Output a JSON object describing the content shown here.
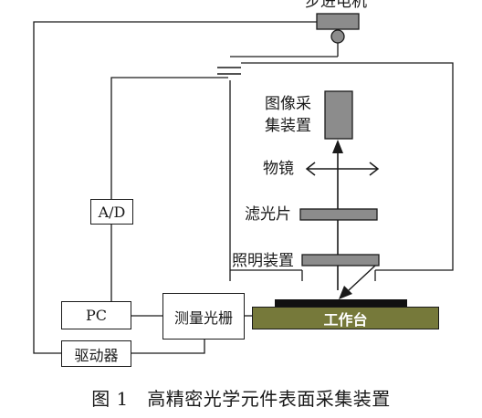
{
  "labels": {
    "stepper_motor": "步进电机",
    "image_capture_line1": "图像采",
    "image_capture_line2": "集装置",
    "objective": "物镜",
    "filter": "滤光片",
    "illumination": "照明装置",
    "ad": "A/D",
    "pc": "PC",
    "driver": "驱动器",
    "grating": "测量光栅",
    "workbench": "工作台"
  },
  "caption": "图 1　高精密光学元件表面采集装置",
  "colors": {
    "component_gray": "#8c8c8c",
    "stage_olive": "#76793a",
    "sample_black": "#111111",
    "line": "#1a1a1a"
  }
}
